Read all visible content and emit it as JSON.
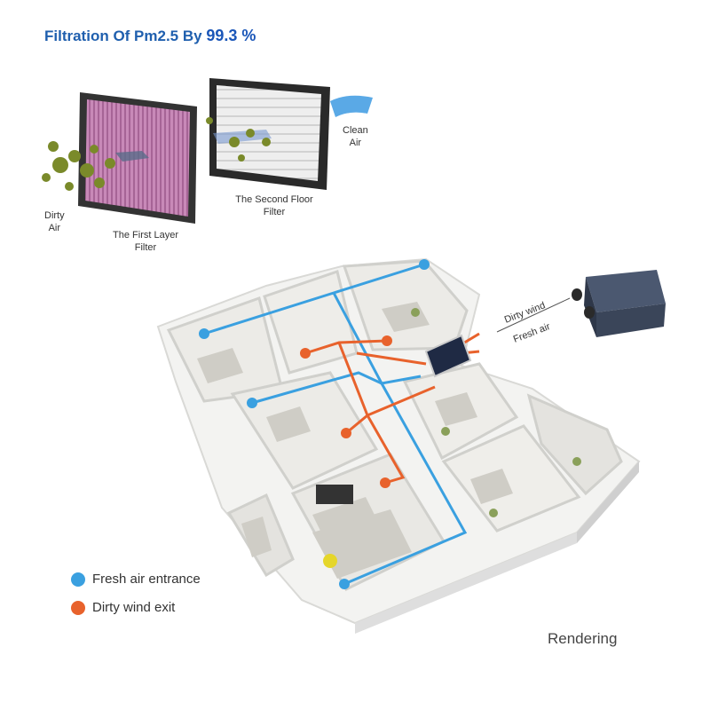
{
  "title": {
    "text": "Filtration Of Pm2.5 By ",
    "percent": "99.3 %"
  },
  "filters": {
    "dirty_air_line1": "Dirty",
    "dirty_air_line2": "Air",
    "first_layer_line1": "The First Layer",
    "first_layer_line2": "Filter",
    "second_floor_line1": "The Second Floor",
    "second_floor_line2": "Filter",
    "clean_air_line1": "Clean",
    "clean_air_line2": "Air"
  },
  "unit_labels": {
    "dirty_wind": "Dirty wind",
    "fresh_air": "Fresh air"
  },
  "legend": [
    {
      "label": "Fresh air entrance",
      "color": "#3aa0e0"
    },
    {
      "label": "Dirty wind exit",
      "color": "#e8622c"
    }
  ],
  "footer": "Rendering",
  "colors": {
    "title": "#1f5fae",
    "fresh_air": "#3aa0e0",
    "dirty_wind": "#e8622c",
    "clean_air_arrow": "#5aa9e6"
  }
}
